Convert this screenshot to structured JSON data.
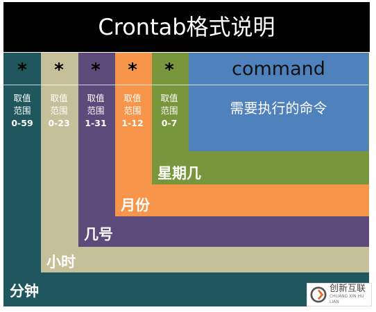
{
  "title": "Crontab格式说明",
  "star": "*",
  "colors": {
    "title_bg": "#000000",
    "minute": "#20575f",
    "hour": "#c5bf9a",
    "day": "#5c4a7a",
    "month": "#f7964b",
    "weekday": "#78963c",
    "command": "#4f81bd"
  },
  "fields": [
    {
      "range_label": "取值范围",
      "range": "0-59",
      "name": "分钟"
    },
    {
      "range_label": "取值范围",
      "range": "0-23",
      "name": "小时"
    },
    {
      "range_label": "取值范围",
      "range": "1-31",
      "name": "几号"
    },
    {
      "range_label": "取值范围",
      "range": "1-12",
      "name": "月份"
    },
    {
      "range_label": "取值范围",
      "range": "0-7",
      "name": "星期几"
    }
  ],
  "command": {
    "heading": "command",
    "description": "需要执行的命令"
  },
  "watermark": {
    "logo": "chuangxin-logo-icon",
    "text_cn": "创新互联",
    "text_en": "CHUANG XIN HU LIAN"
  }
}
